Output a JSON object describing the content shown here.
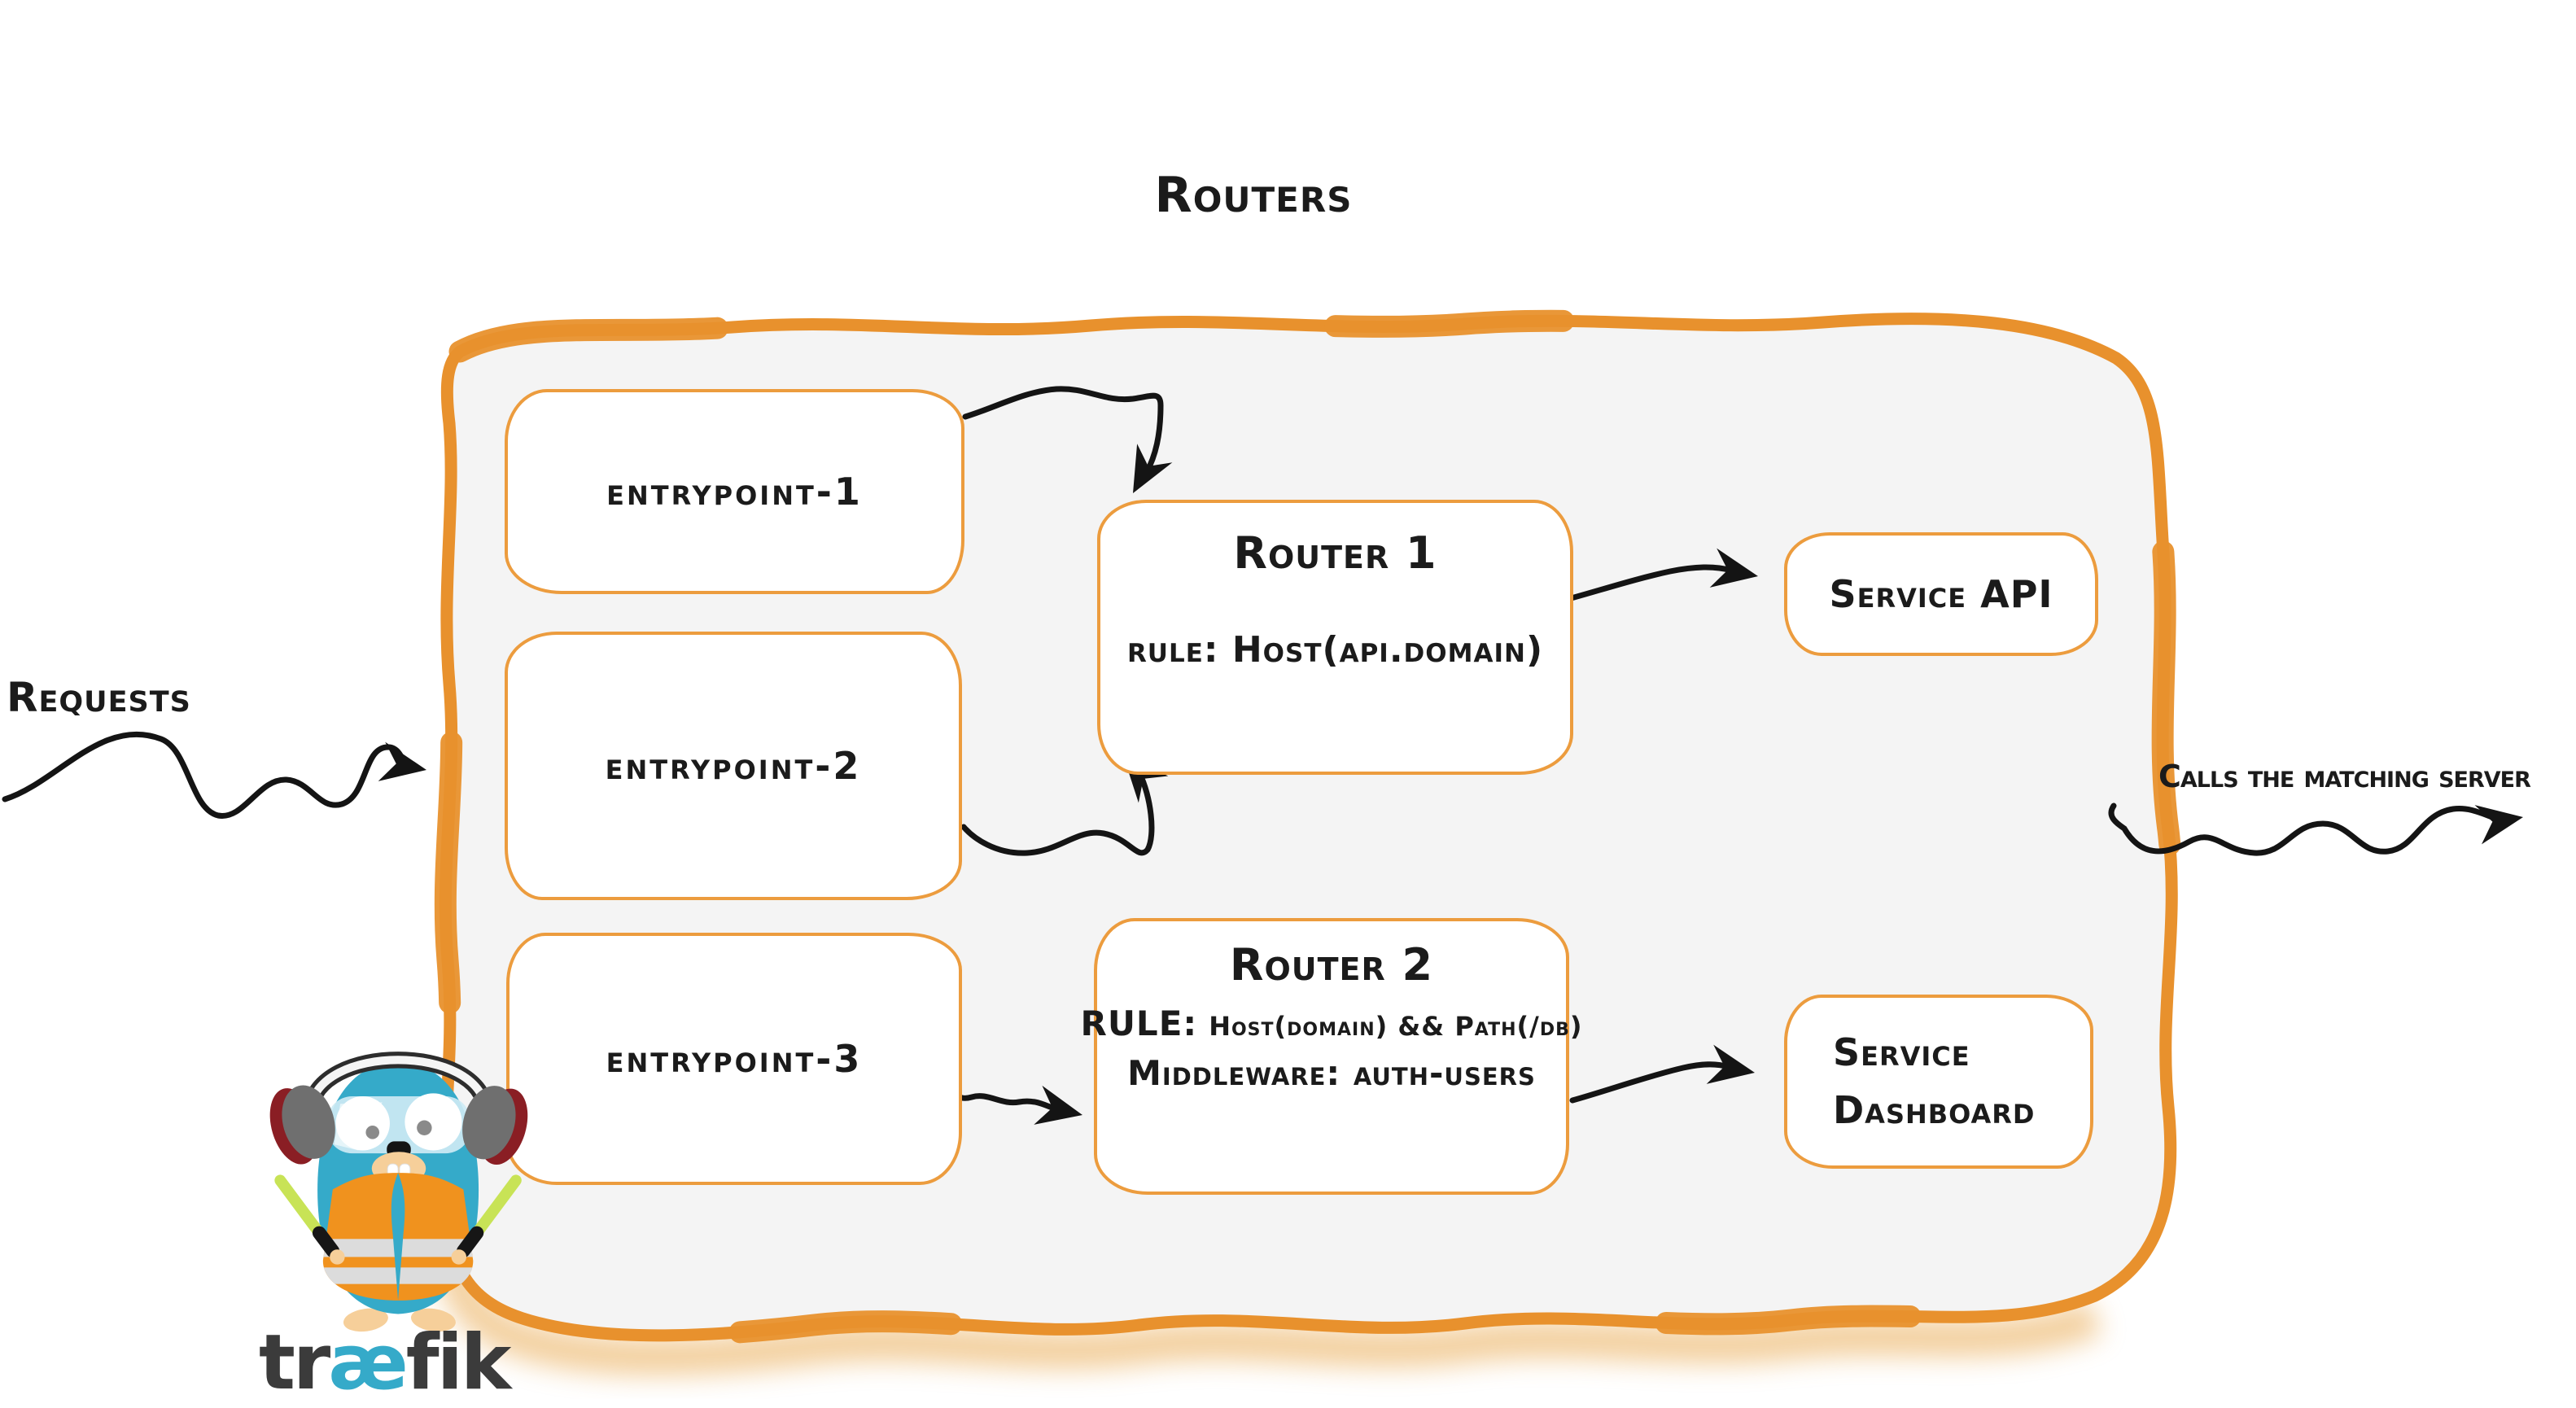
{
  "diagram": {
    "title": "Routers",
    "requests_label": "Requests",
    "calls_label": "Calls the matching server",
    "entrypoints": [
      {
        "label": "entrypoint-1"
      },
      {
        "label": "entrypoint-2"
      },
      {
        "label": "entrypoint-3"
      }
    ],
    "routers": [
      {
        "name": "Router 1",
        "rule": "rule: Host(api.domain)"
      },
      {
        "name": "Router 2",
        "rule_key": "RULE:",
        "rule_value": "Host(domain) && Path(/db)",
        "middleware": "Middleware: auth-users"
      }
    ],
    "services": [
      {
        "label": "Service API"
      },
      {
        "line1": "Service",
        "line2": "Dashboard"
      }
    ],
    "logo": {
      "wordmark_pre": "tr",
      "wordmark_ae": "æ",
      "wordmark_post": "fik"
    },
    "colors": {
      "accent_orange": "#E8912D",
      "box_border_orange": "#EC9C3E",
      "container_fill": "#F4F4F4",
      "arrow_black": "#141414",
      "logo_blue": "#35AAC9",
      "vest_orange": "#F0921E",
      "baton_green": "#C8E356",
      "wordmark_gray": "#3B3B3B"
    }
  }
}
